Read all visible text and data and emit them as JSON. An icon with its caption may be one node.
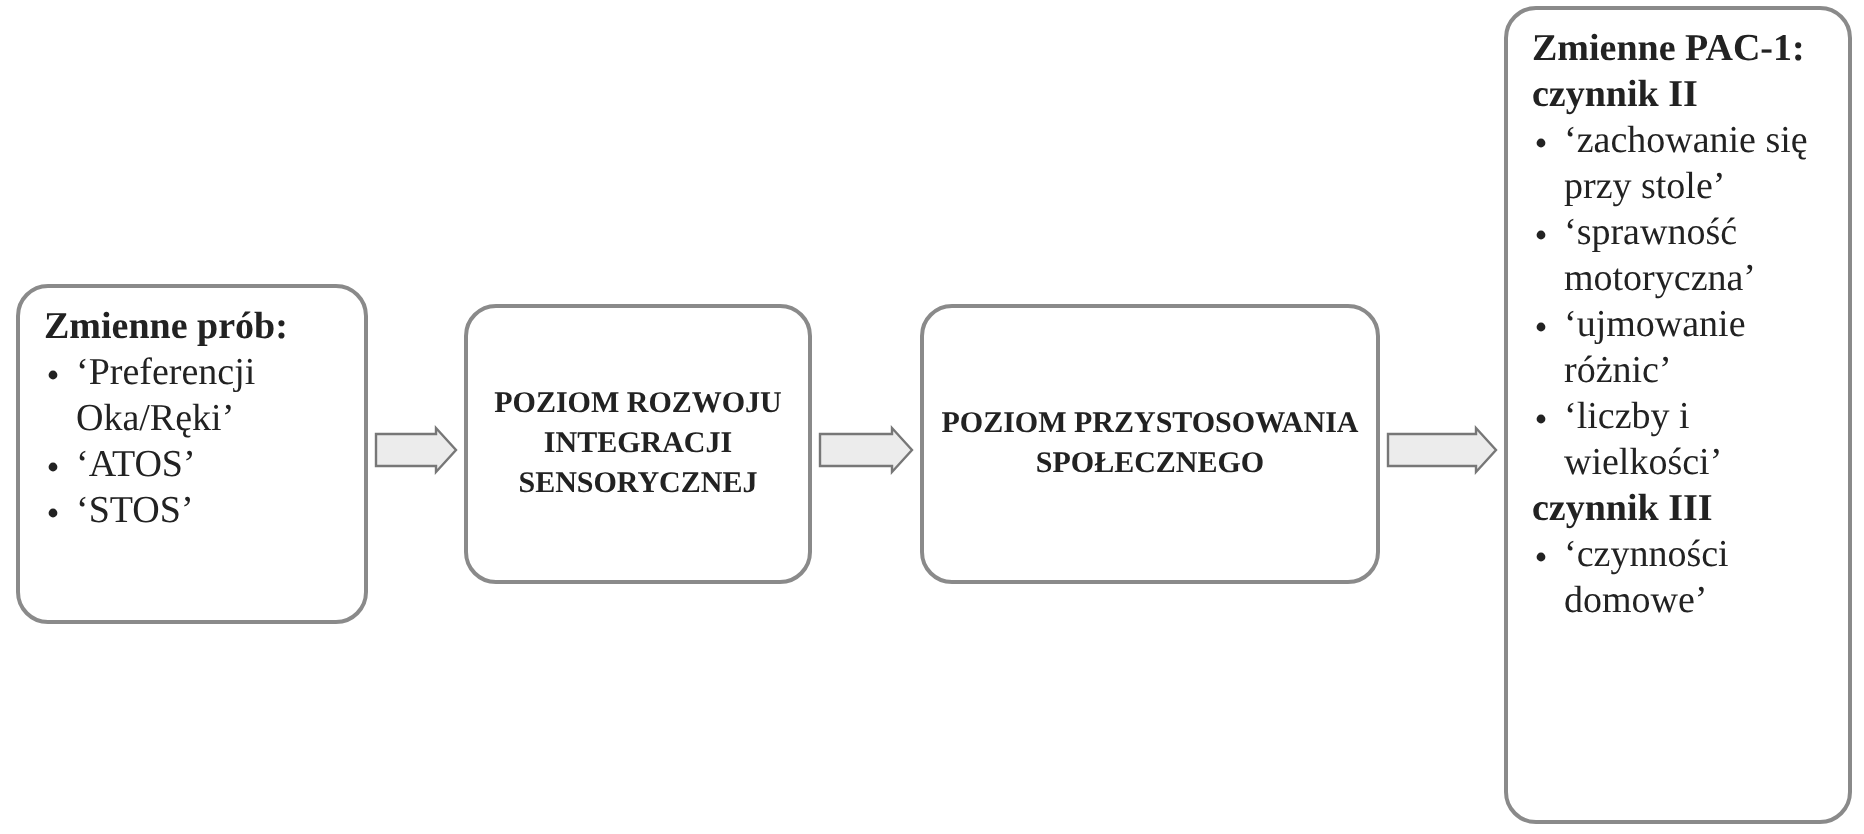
{
  "diagram": {
    "nodes": [
      {
        "text": [
          "Zmienne prób:",
          "‘Preferencji Oka/Ręki’",
          "‘ATOS’",
          "‘STOS’"
        ]
      },
      {
        "text": [
          "POZIOM ROZWOJU INTEGRACJI SENSORYCZNEJ"
        ]
      },
      {
        "text": [
          "POZIOM PRZYSTOSOWANIA SPOŁECZNEGO"
        ]
      },
      {
        "text": [
          "Zmienne PAC-1:",
          "czynnik II",
          "‘zachowanie się przy stole’",
          "‘sprawność motoryczna’",
          "‘ujmowanie różnic’",
          "‘liczby i wielkości’",
          "czynnik III",
          "‘czynności domowe’"
        ]
      }
    ],
    "edges": [
      {
        "from": 0,
        "to": 1,
        "arrow": "to"
      },
      {
        "from": 1,
        "to": 2,
        "arrow": "to"
      },
      {
        "from": 2,
        "to": 3,
        "arrow": "to"
      }
    ]
  }
}
